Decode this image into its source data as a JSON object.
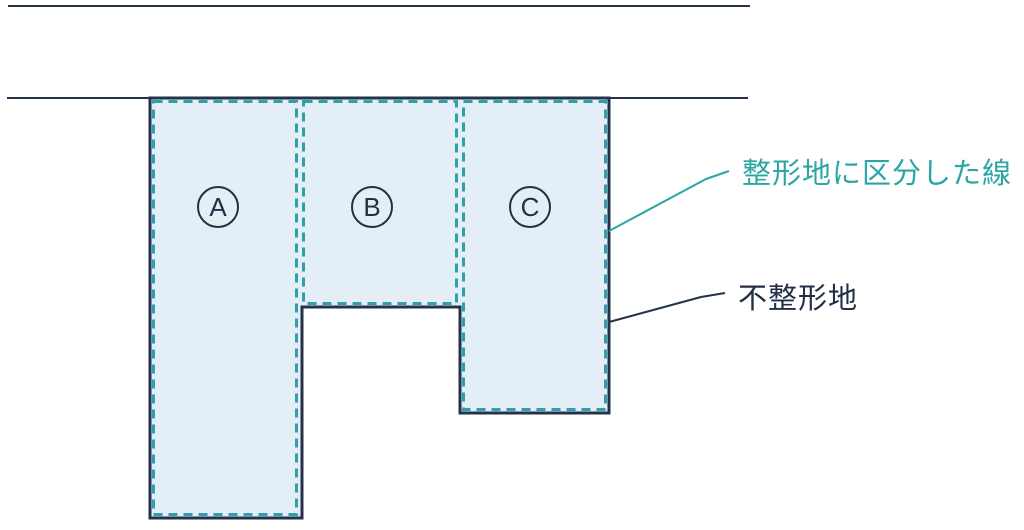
{
  "diagram": {
    "colors": {
      "navy": "#24324a",
      "navy_text": "#232f44",
      "teal_dash": "#2e9fad",
      "teal_text": "#2ca6a4",
      "land_fill": "#e4eef6",
      "background": "#ffffff"
    },
    "regions": [
      {
        "label": "A"
      },
      {
        "label": "B"
      },
      {
        "label": "C"
      }
    ],
    "annotations": {
      "division_line": "整形地に区分した線",
      "irregular_land": "不整形地"
    }
  }
}
